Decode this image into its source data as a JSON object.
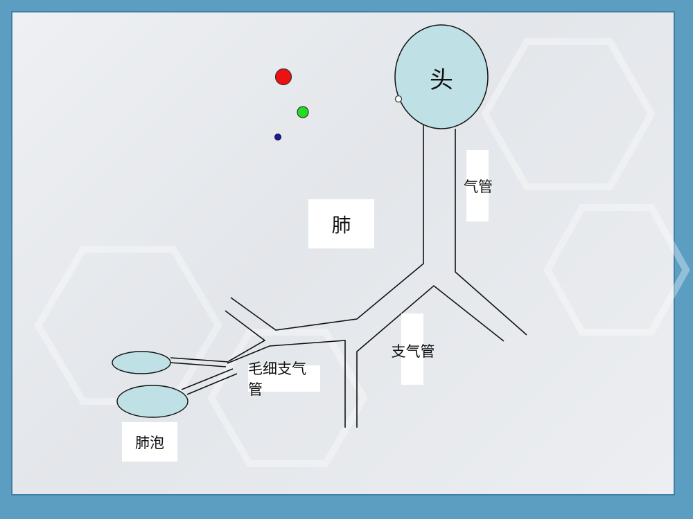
{
  "labels": {
    "head": "头",
    "trachea": "气管",
    "lung": "肺",
    "bronchus": "支气管",
    "bronchiole": "毛细支气管",
    "alveoli": "肺泡"
  },
  "colors": {
    "slide_background": "#5b9ec2",
    "head_fill": "#bfe0e4",
    "alveolus_fill": "#bfe0e4",
    "dot_red": "#ee1111",
    "dot_green": "#22dd22",
    "dot_blue": "#1a1aa8"
  }
}
